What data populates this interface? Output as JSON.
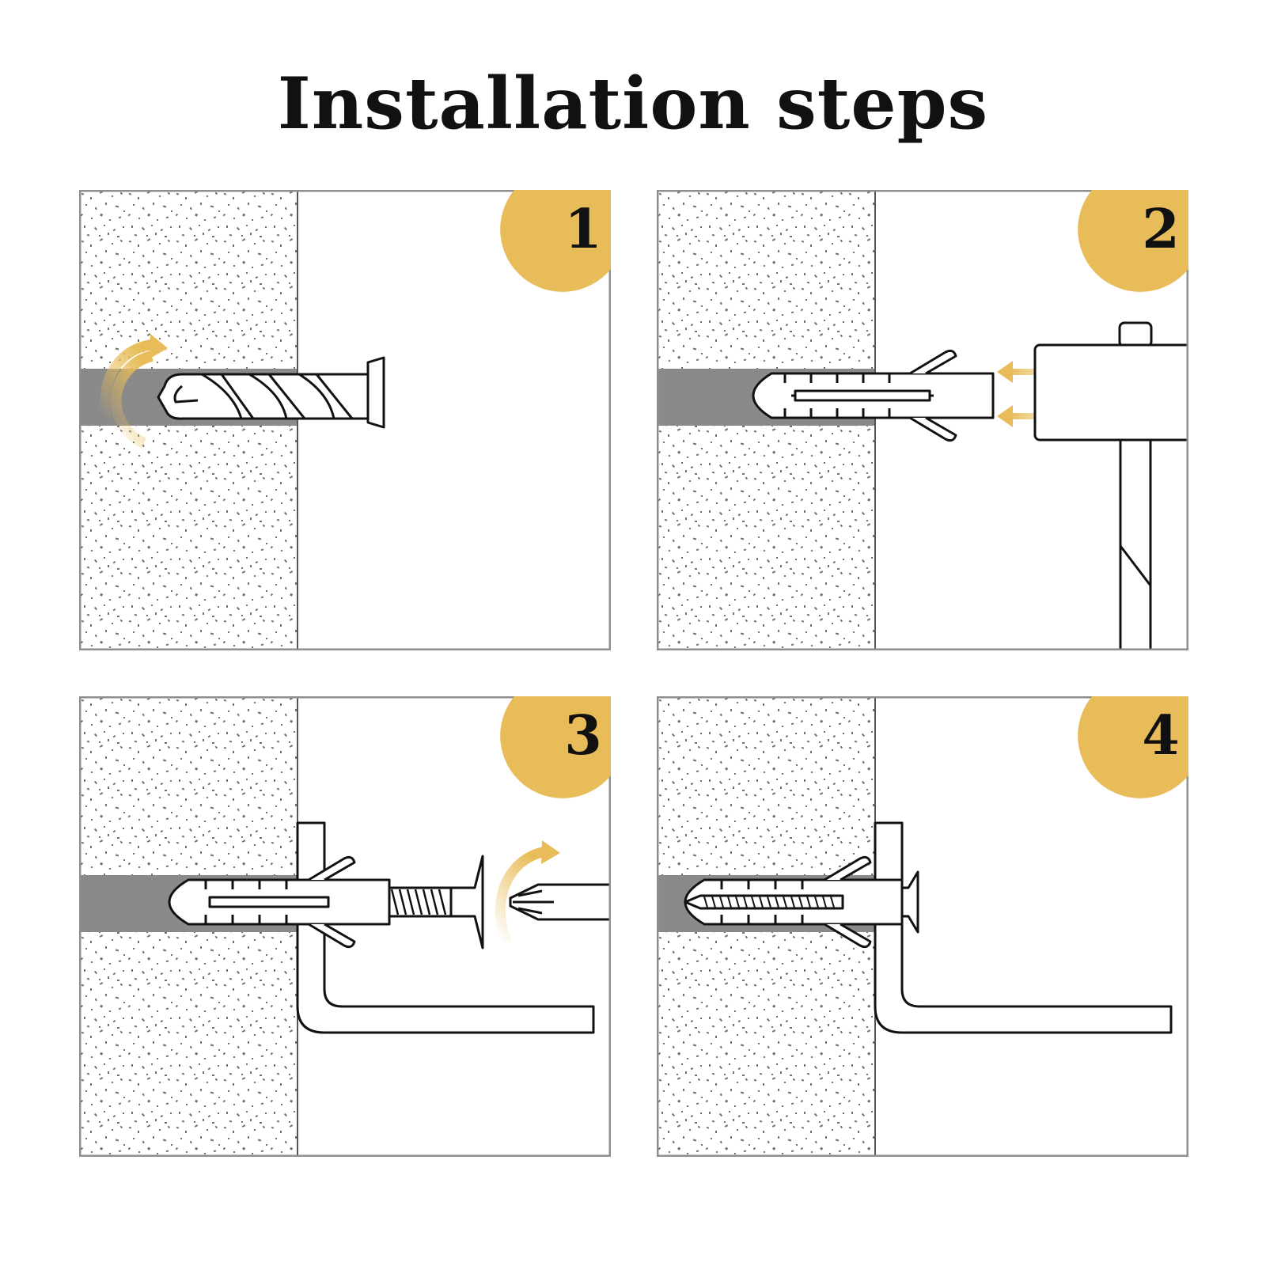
{
  "title": "Installation steps",
  "colors": {
    "accent": "#e8bd59",
    "wall_texture": "#6f6f6f",
    "hole": "#8a8a8a",
    "frame": "#8f8f8f",
    "line": "#111111"
  },
  "steps": [
    {
      "number": "1",
      "icons": [
        "wall-icon",
        "drill-bit-icon",
        "rotate-arrow-icon"
      ]
    },
    {
      "number": "2",
      "icons": [
        "wall-icon",
        "wall-plug-icon",
        "hammer-icon",
        "push-arrow-icon"
      ]
    },
    {
      "number": "3",
      "icons": [
        "wall-icon",
        "wall-plug-icon",
        "bracket-icon",
        "screw-icon",
        "screwdriver-icon",
        "rotate-arrow-icon"
      ]
    },
    {
      "number": "4",
      "icons": [
        "wall-icon",
        "wall-plug-icon",
        "bracket-icon",
        "screw-icon"
      ]
    }
  ]
}
